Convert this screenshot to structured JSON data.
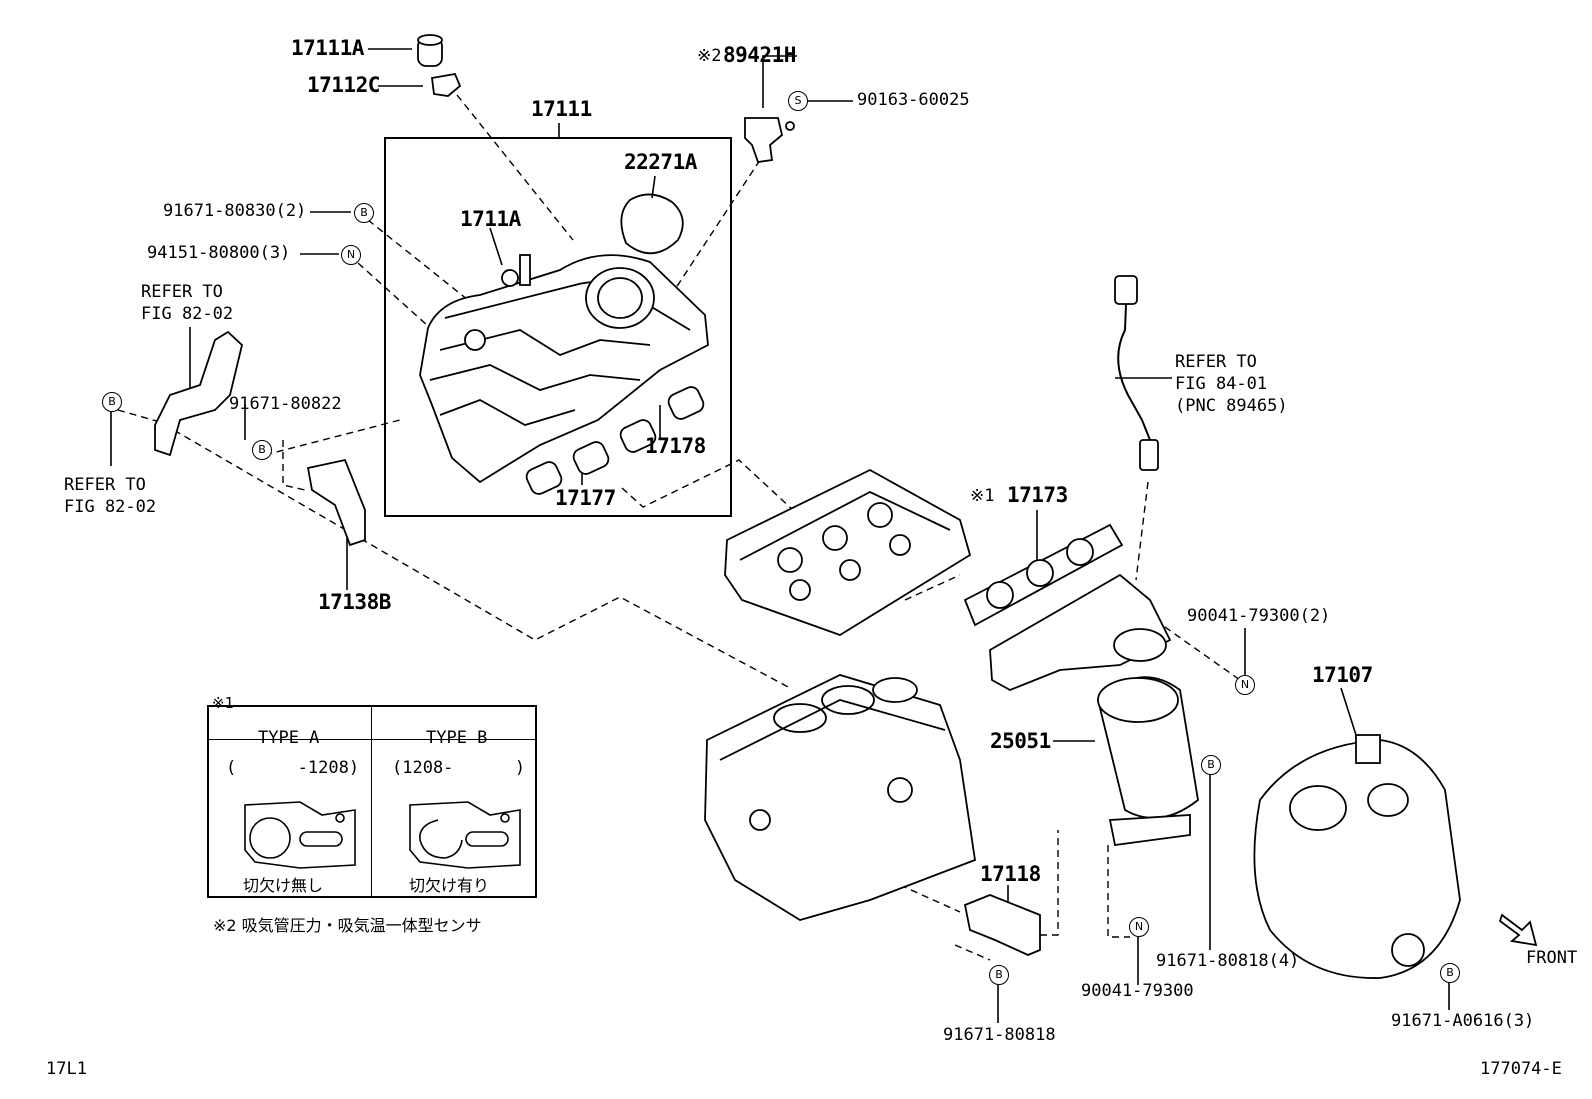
{
  "parts": {
    "p17111A": "17111A",
    "p17112C": "17112C",
    "p17111": "17111",
    "p22271A": "22271A",
    "p1711A": "1711A",
    "p89421H": "89421H",
    "mark2": "※2",
    "p90163": "90163-60025",
    "p91671_80830": "91671-80830(2)",
    "p94151": "94151-80800(3)",
    "refer_to_a": "REFER TO",
    "fig_82_02_a": "FIG 82-02",
    "refer_to_b": "REFER TO",
    "fig_82_02_b": "FIG 82-02",
    "p91671_80822": "91671-80822",
    "p17178": "17178",
    "p17177": "17177",
    "p17138B": "17138B",
    "mark1": "※1",
    "p17173": "17173",
    "refer_to_c": "REFER TO",
    "fig_84_01": "FIG 84-01",
    "pnc_89465": "(PNC 89465)",
    "p90041_2": "90041-79300(2)",
    "p17107": "17107",
    "p25051": "25051",
    "p17118": "17118",
    "p91671_80818_4": "91671-80818(4)",
    "p90041": "90041-79300",
    "p91671_80818": "91671-80818",
    "p91671_A0616": "91671-A0616(3)",
    "front": "FRONT"
  },
  "circle_marks": {
    "S": "S",
    "B": "B",
    "N": "N"
  },
  "legend": {
    "mark": "※1",
    "type_a": "TYPE A",
    "type_b": "TYPE B",
    "range_a": "(      -1208)",
    "range_b": "(1208-      )",
    "caption_a": "切欠け無し",
    "caption_b": "切欠け有り",
    "note2": "※2 吸気管圧力・吸気温一体型センサ"
  },
  "footer": {
    "left_code": "17L1",
    "right_code": "177074-E"
  }
}
